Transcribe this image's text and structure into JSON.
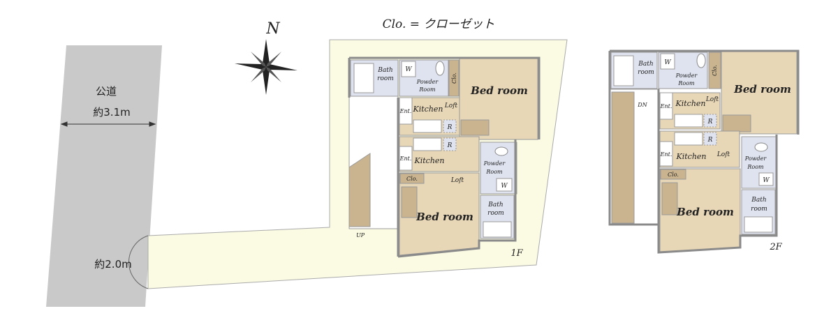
{
  "legend": "Clo. = クローゼット",
  "compass": {
    "label": "N"
  },
  "road": {
    "name": "公道",
    "width": "約3.1m",
    "frontage": "約2.0m"
  },
  "floor1": {
    "label": "1F",
    "stairs": "UP",
    "rooms": {
      "bath_top": [
        "Bath",
        "room"
      ],
      "powder_top": [
        "Powder",
        "Room"
      ],
      "w": "W",
      "clo": "Clo.",
      "bed_top": "Bed room",
      "ent": "Ent.",
      "kitchen": "Kitchen",
      "loft": "Loft",
      "fridge": "R",
      "powder_right": [
        "Powder",
        "Room"
      ],
      "bath_right": [
        "Bath",
        "room"
      ],
      "bed_bottom": "Bed room"
    }
  },
  "floor2": {
    "label": "2F",
    "stairs": "DN",
    "rooms": {
      "bath_top": [
        "Bath",
        "room"
      ],
      "powder_top": [
        "Powder",
        "Room"
      ],
      "w": "W",
      "clo": "Clo.",
      "bed_top": "Bed room",
      "ent": "Ent.",
      "kitchen": "Kitchen",
      "loft": "Loft",
      "fridge": "R",
      "powder_right": [
        "Powder",
        "Room"
      ],
      "bath_right": [
        "Bath",
        "room"
      ],
      "bed_bottom": "Bed room"
    }
  },
  "colors": {
    "road": "#c9c9c9",
    "lot": "#fbfbe4",
    "bedroom": "#e8d7b6",
    "wet": "#dfe3ef"
  }
}
